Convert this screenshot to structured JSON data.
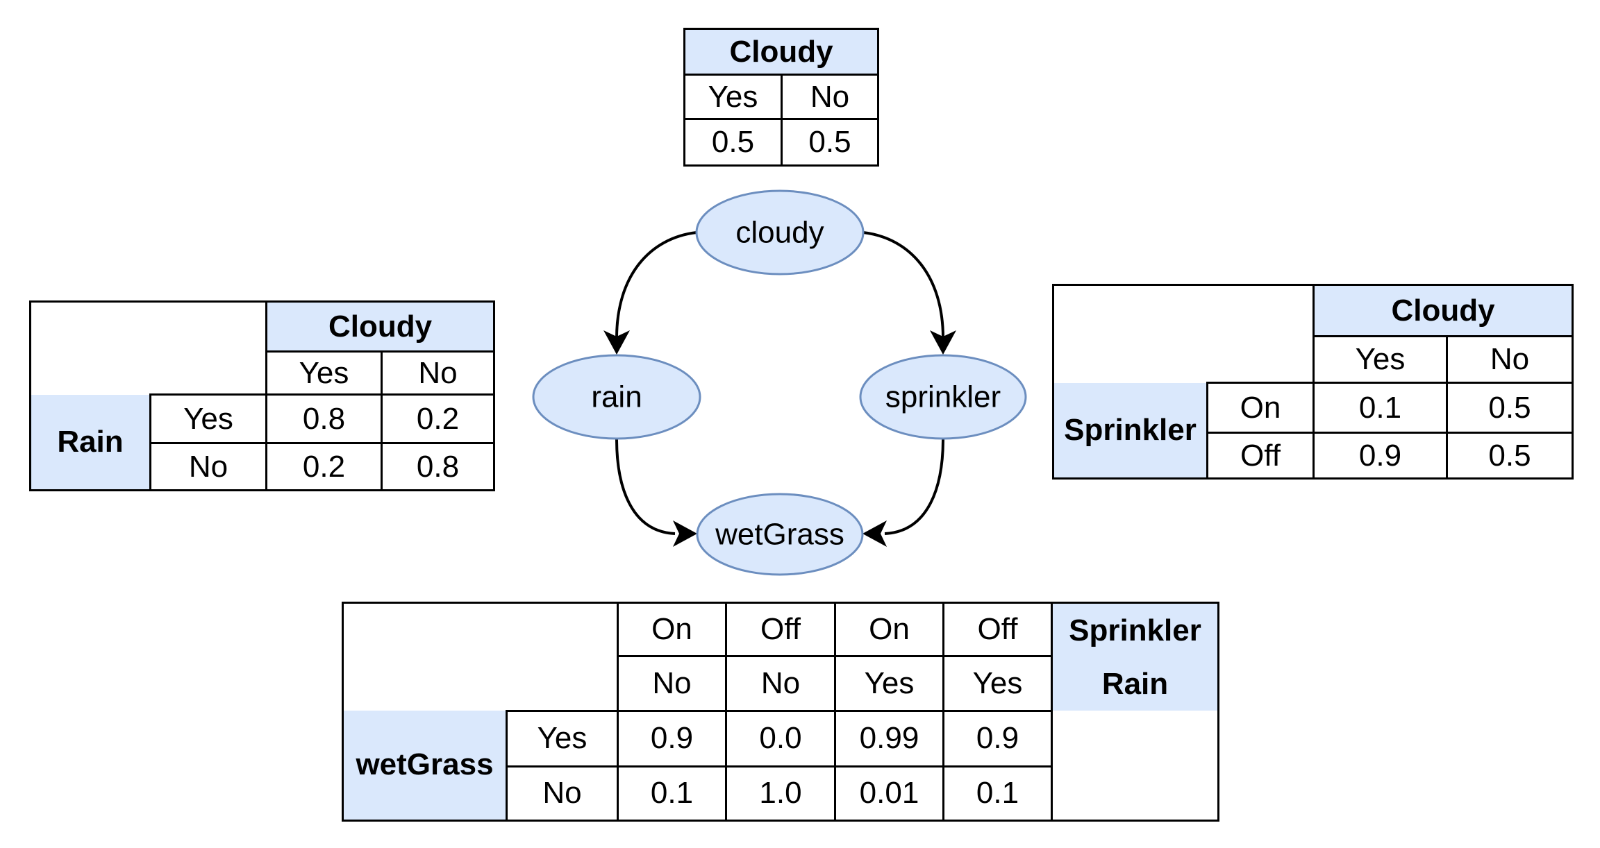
{
  "colors": {
    "cell_fill": "#dae8fc",
    "node_fill": "#dae8fc",
    "node_stroke": "#6c8ebf",
    "table_border": "#000000",
    "arrow": "#000000",
    "background": "#ffffff"
  },
  "network": {
    "nodes": [
      {
        "id": "cloudy",
        "label": "cloudy"
      },
      {
        "id": "rain",
        "label": "rain"
      },
      {
        "id": "sprinkler",
        "label": "sprinkler"
      },
      {
        "id": "wetGrass",
        "label": "wetGrass"
      }
    ],
    "edges": [
      {
        "from": "cloudy",
        "to": "rain"
      },
      {
        "from": "cloudy",
        "to": "sprinkler"
      },
      {
        "from": "rain",
        "to": "wetGrass"
      },
      {
        "from": "sprinkler",
        "to": "wetGrass"
      }
    ]
  },
  "tables": {
    "cloudy_prior": {
      "header": "Cloudy",
      "states": [
        "Yes",
        "No"
      ],
      "probs": [
        "0.5",
        "0.5"
      ]
    },
    "rain_cpt": {
      "parent_header": "Cloudy",
      "parent_states": [
        "Yes",
        "No"
      ],
      "var_label": "Rain",
      "rows": [
        {
          "state": "Yes",
          "probs": [
            "0.8",
            "0.2"
          ]
        },
        {
          "state": "No",
          "probs": [
            "0.2",
            "0.8"
          ]
        }
      ]
    },
    "sprinkler_cpt": {
      "parent_header": "Cloudy",
      "parent_states": [
        "Yes",
        "No"
      ],
      "var_label": "Sprinkler",
      "rows": [
        {
          "state": "On",
          "probs": [
            "0.1",
            "0.5"
          ]
        },
        {
          "state": "Off",
          "probs": [
            "0.9",
            "0.5"
          ]
        }
      ]
    },
    "wetgrass_cpt": {
      "parent_labels": {
        "line1": "Sprinkler",
        "line2": "Rain"
      },
      "sprinkler_states": [
        "On",
        "Off",
        "On",
        "Off"
      ],
      "rain_states": [
        "No",
        "No",
        "Yes",
        "Yes"
      ],
      "var_label": "wetGrass",
      "rows": [
        {
          "state": "Yes",
          "probs": [
            "0.9",
            "0.0",
            "0.99",
            "0.9"
          ]
        },
        {
          "state": "No",
          "probs": [
            "0.1",
            "1.0",
            "0.01",
            "0.1"
          ]
        }
      ]
    }
  }
}
